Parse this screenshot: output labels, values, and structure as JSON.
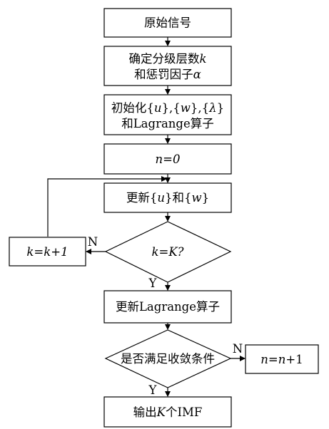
{
  "nodes": {
    "start": {
      "text": "原始信号"
    },
    "set_params": {
      "line1": "确定分级层数",
      "line1_var": "k",
      "line2_prefix": "和惩罚因子",
      "line2_var": "α"
    },
    "init": {
      "prefix": "初始化",
      "open1": "{",
      "var1": "u",
      "close1": "},",
      "open2": "{",
      "var2": "w",
      "close2": "},",
      "open3": "{",
      "var3": "λ",
      "close3": "}",
      "line2": "和Lagrange算子"
    },
    "n_zero": {
      "text": "n=0"
    },
    "update_uw": {
      "prefix": "更新{",
      "var1": "u",
      "mid": "}和{",
      "var2": "w",
      "suffix": "}"
    },
    "decision_k": {
      "text": "k=K?"
    },
    "k_inc": {
      "text": "k=k+1"
    },
    "update_lagrange": {
      "text": "更新Lagrange算子"
    },
    "decision_conv": {
      "text": "是否满足收敛条件"
    },
    "n_inc": {
      "var": "n",
      "eq": "=",
      "var2": "n",
      "suffix": "+1"
    },
    "output": {
      "prefix": "输出",
      "var": "K",
      "suffix": "个IMF"
    }
  },
  "edge_labels": {
    "decision_k_no": "N",
    "decision_k_yes": "Y",
    "decision_conv_no": "N",
    "decision_conv_yes": "Y"
  },
  "colors": {
    "stroke": "#000000",
    "fill": "#ffffff"
  }
}
